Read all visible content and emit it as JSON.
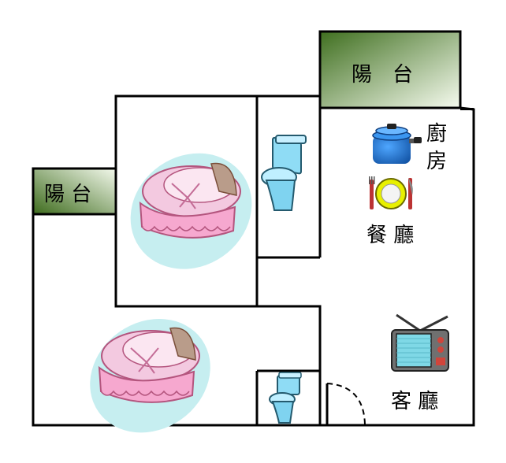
{
  "rooms": {
    "balcony_top": "陽　台",
    "balcony_left": "陽 台",
    "kitchen_char1": "廚",
    "kitchen_char2": "房",
    "dining": "餐 廳",
    "living": "客 廳"
  },
  "icons": {
    "crib": "baby-crib-icon",
    "toilet": "toilet-icon",
    "pot": "cooking-pot-icon",
    "plate": "plate-with-cutlery-icon",
    "tv": "television-icon"
  },
  "colors": {
    "balcony_fill_dark": "#3f6f1f",
    "balcony_fill_light": "#f6fbef",
    "wall": "#000000",
    "crib_pink": "#f3a9cf",
    "crib_halo": "#c6eef0",
    "toilet_blue": "#7fd3f0",
    "pot_blue": "#1d6fc9",
    "tv_screen": "#7fd8e6"
  }
}
